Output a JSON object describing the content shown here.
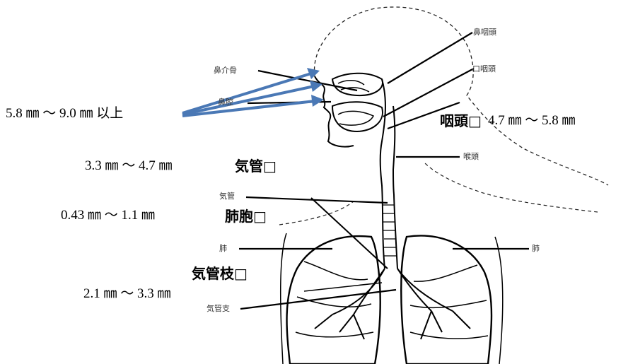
{
  "diagram": {
    "organ_labels": {
      "nasopharynx": "鼻咽頭",
      "nasal_concha": "鼻介骨",
      "oropharynx": "口咽頭",
      "nasal_cavity": "鼻腔",
      "larynx": "喉頭",
      "trachea": "気管",
      "lung_left": "肺",
      "lung_right": "肺",
      "bronchus": "気管支"
    },
    "regions": {
      "pharynx": "咽頭□",
      "trachea": "気管□",
      "alveoli": "肺胞□",
      "bronchi": "気管枝□"
    },
    "sizes": {
      "nasal": "5.8 ㎜ ～ 9.0 ㎜ 以上",
      "pharynx": "4.7 ㎜ ～ 5.8 ㎜",
      "trachea": "3.3 ㎜ ～ 4.7 ㎜",
      "alveoli": "0.43 ㎜ ～ 1.1 ㎜",
      "bronchi": "2.1 ㎜ ～ 3.3 ㎜"
    },
    "arrow_color": "#4a78b5"
  }
}
